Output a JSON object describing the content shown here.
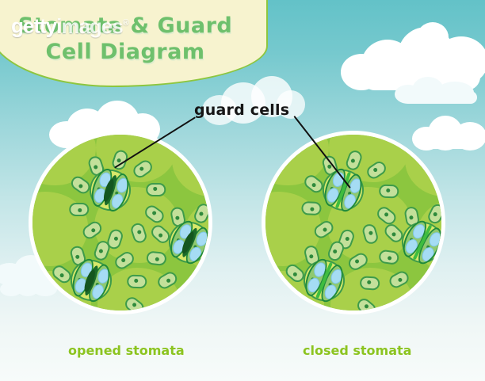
{
  "title": {
    "text": "Stomata & Guard\nCell Diagram",
    "color": "#6ec06c",
    "banner_color": "#f7f3cf",
    "banner_border": "#8dc63f"
  },
  "watermark": {
    "part1": "getty",
    "part2": "images",
    "registered": "®"
  },
  "labels": {
    "guard_cells": "guard cells"
  },
  "captions": {
    "left": "opened stomata",
    "right": "closed stomata",
    "color": "#8cc420"
  },
  "diagram": {
    "left_circle_name": "opened-stomata-circle",
    "right_circle_name": "closed-stomata-circle",
    "leaf_base_color": "#8cc63f",
    "epidermal_cell_color": "#a9d04a",
    "guard_cell_color": "#8fc96f",
    "guard_cell_outline": "#1f8a3b",
    "subsidiary_cell_color": "#c3e09a",
    "subsidiary_cell_outline": "#3d9b4a",
    "vacuole_color": "#a5dcf4",
    "chloroplast_color": "#2f8a3c",
    "open_pore_color": "#1b6b2a",
    "closed_pore_color": "#3fbd3f",
    "sky_top_color": "#63c2c8",
    "sky_bottom_color": "#f7fbfa",
    "cloud_color": "#ffffff",
    "circle_border_color": "#ffffff"
  }
}
